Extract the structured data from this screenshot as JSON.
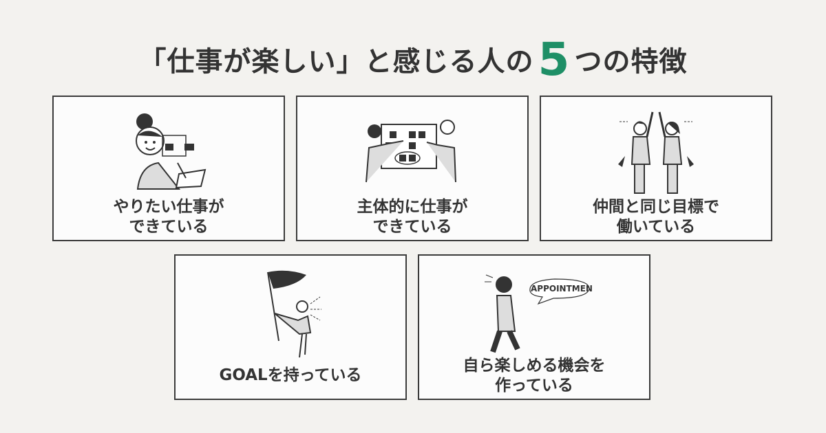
{
  "title": {
    "prefix": "「仕事が楽しい」と感じる人の",
    "number": "5",
    "suffix": "つの特徴",
    "accent_color": "#1e8f66"
  },
  "cards": [
    {
      "line1": "やりたい仕事が",
      "line2": "できている",
      "illustration": "woman-drawing-plan-icon"
    },
    {
      "line1": "主体的に仕事が",
      "line2": "できている",
      "illustration": "team-whiteboard-icon"
    },
    {
      "line1": "仲間と同じ目標で",
      "line2": "働いている",
      "illustration": "colleagues-cheering-icon"
    },
    {
      "line1": "GOALを持っている",
      "line2": "",
      "illustration": "person-with-flag-icon"
    },
    {
      "line1": "自ら楽しめる機会を",
      "line2": "作っている",
      "illustration": "person-walking-phone-icon",
      "bubble_text": "APPOINTMEN"
    }
  ]
}
